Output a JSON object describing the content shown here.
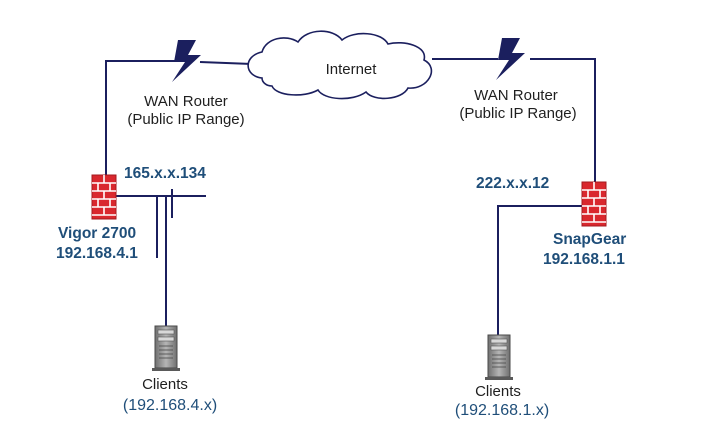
{
  "internet": {
    "label": "Internet"
  },
  "left_site": {
    "wan_router": {
      "line1": "WAN Router",
      "line2": "(Public IP Range)"
    },
    "wan_ip": "165.x.x.134",
    "firewall": {
      "name": "Vigor 2700",
      "ip": "192.168.4.1"
    },
    "clients": {
      "label": "Clients",
      "range": "(192.168.4.x)"
    }
  },
  "right_site": {
    "wan_router": {
      "line1": "WAN Router",
      "line2": "(Public IP Range)"
    },
    "wan_ip": "222.x.x.12",
    "firewall": {
      "name": "SnapGear",
      "ip": "192.168.1.1"
    },
    "clients": {
      "label": "Clients",
      "range": "(192.168.1.x)"
    }
  },
  "colors": {
    "link": "#1b1f5e",
    "router": "#1b1f5e",
    "firewall_brick": "#d9282e",
    "firewall_mortar": "#ffffff",
    "label_blue": "#1f4e79",
    "server": "#8c8c8c"
  },
  "icons": {
    "router": "lightning-bolt-icon",
    "firewall": "brick-wall-icon",
    "clients": "server-tower-icon",
    "cloud": "cloud-icon"
  }
}
